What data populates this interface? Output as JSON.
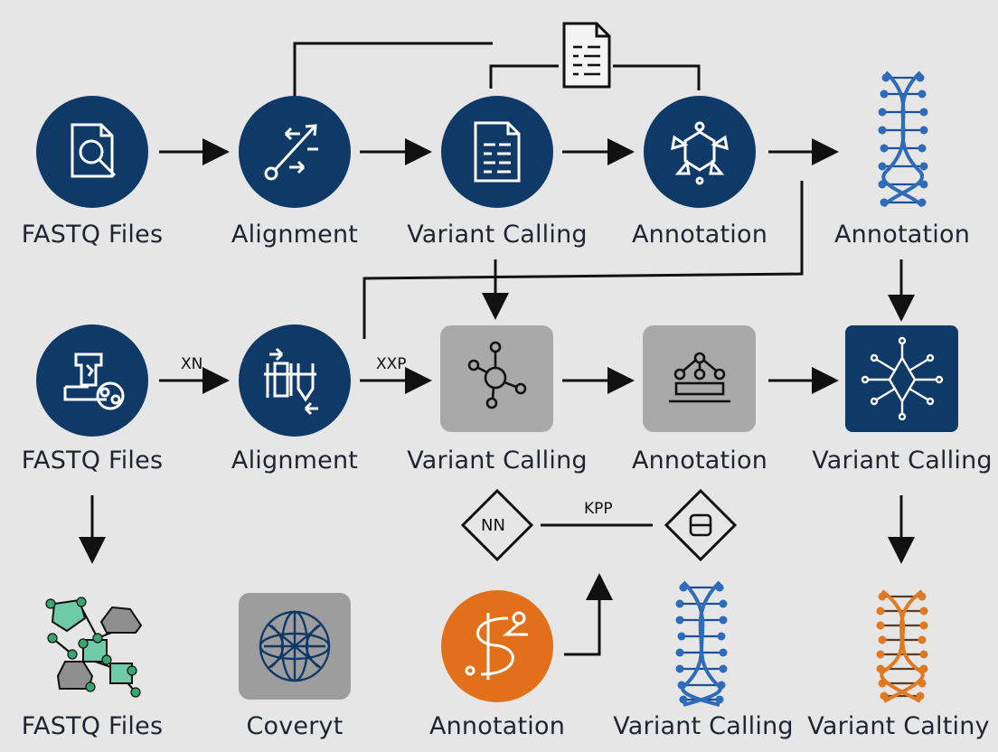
{
  "colors": {
    "navy": "#0f3a68",
    "gray_box": "#a9a9a9",
    "orange": "#e2701a",
    "line": "#111111",
    "background": "#e6e6e6",
    "dna_blue": "#2e6bb8",
    "dna_orange": "#e07a22"
  },
  "row1": {
    "nodes": [
      {
        "label": "FASTQ Files",
        "icon": "file-search-icon"
      },
      {
        "label": "Alignment",
        "icon": "alignment-arrows-icon"
      },
      {
        "label": "Variant Calling",
        "icon": "document-list-icon"
      },
      {
        "label": "Annotation",
        "icon": "turtle-network-icon"
      },
      {
        "label": "Annotation",
        "icon": "dna-helix-icon"
      }
    ]
  },
  "row2": {
    "nodes": [
      {
        "label": "FASTQ Files",
        "icon": "lab-bench-icon"
      },
      {
        "label": "Alignment",
        "icon": "test-tube-rack-icon"
      },
      {
        "label": "Variant Calling",
        "icon": "molecule-network-icon"
      },
      {
        "label": "Annotation",
        "icon": "hierarchy-platform-icon"
      },
      {
        "label": "Variant Calling",
        "icon": "network-star-icon"
      }
    ],
    "edge_labels": {
      "first": "XN",
      "second": "XXP"
    }
  },
  "row3": {
    "nodes": [
      {
        "label": "FASTQ Files",
        "icon": "graph-network-icon"
      },
      {
        "label": "Coveryt",
        "icon": "globe-mesh-icon"
      },
      {
        "label": "Annotation",
        "icon": "gene-swirl-icon"
      },
      {
        "label": "Variant Calling",
        "icon": "dna-helix-blue-icon"
      },
      {
        "label": "Variant Caltiny",
        "icon": "dna-helix-orange-icon"
      }
    ],
    "diamond_left": "NN",
    "diamond_right_icon": "database-icon",
    "junction_label": "KPP"
  },
  "top_doc_icon": "document-icon"
}
